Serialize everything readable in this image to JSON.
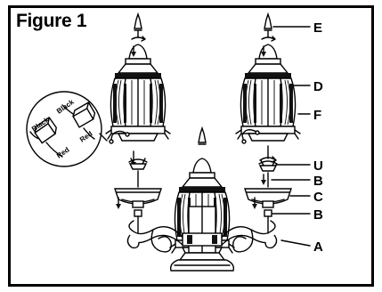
{
  "figure": {
    "title": "Figure 1"
  },
  "callouts": [
    {
      "id": "callout-e",
      "label": "E"
    },
    {
      "id": "callout-d",
      "label": "D"
    },
    {
      "id": "callout-f",
      "label": "F"
    },
    {
      "id": "callout-u",
      "label": "U"
    },
    {
      "id": "callout-b-upper",
      "label": "B"
    },
    {
      "id": "callout-c",
      "label": "C"
    },
    {
      "id": "callout-b-lower",
      "label": "B"
    },
    {
      "id": "callout-a",
      "label": "A"
    }
  ],
  "wiring_detail": {
    "wire_labels": [
      "Black",
      "Black",
      "Red",
      "Red"
    ]
  }
}
